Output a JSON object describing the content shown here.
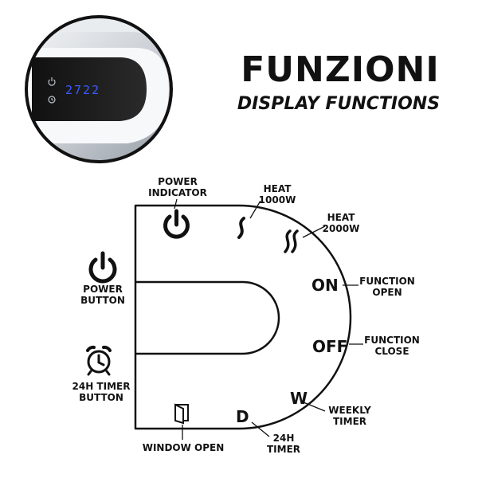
{
  "header": {
    "title": "FUNZIONI",
    "subtitle": "DISPLAY FUNCTIONS"
  },
  "photo": {
    "display_readout": "2722"
  },
  "diagram": {
    "labels": {
      "power_indicator": [
        "POWER",
        "INDICATOR"
      ],
      "heat_1000": [
        "HEAT",
        "1000W"
      ],
      "heat_2000": [
        "HEAT",
        "2000W"
      ],
      "function_open": [
        "FUNCTION",
        "OPEN"
      ],
      "function_close": [
        "FUNCTION",
        "CLOSE"
      ],
      "weekly_timer": [
        "WEEKLY",
        "TIMER"
      ],
      "timer_24h": [
        "24H",
        "TIMER"
      ],
      "window_open": "WINDOW OPEN",
      "power_button": [
        "POWER",
        "BUTTON"
      ],
      "timer_24h_button": [
        "24H TIMER",
        "BUTTON"
      ]
    },
    "symbols": {
      "on": "ON",
      "off": "OFF",
      "weekly": "W",
      "daily": "D"
    }
  },
  "colors": {
    "ink": "#111111",
    "display_led": "#3a5bff",
    "panel_dark": "#1a1a1a",
    "frame_silver": "#c9ced4"
  }
}
